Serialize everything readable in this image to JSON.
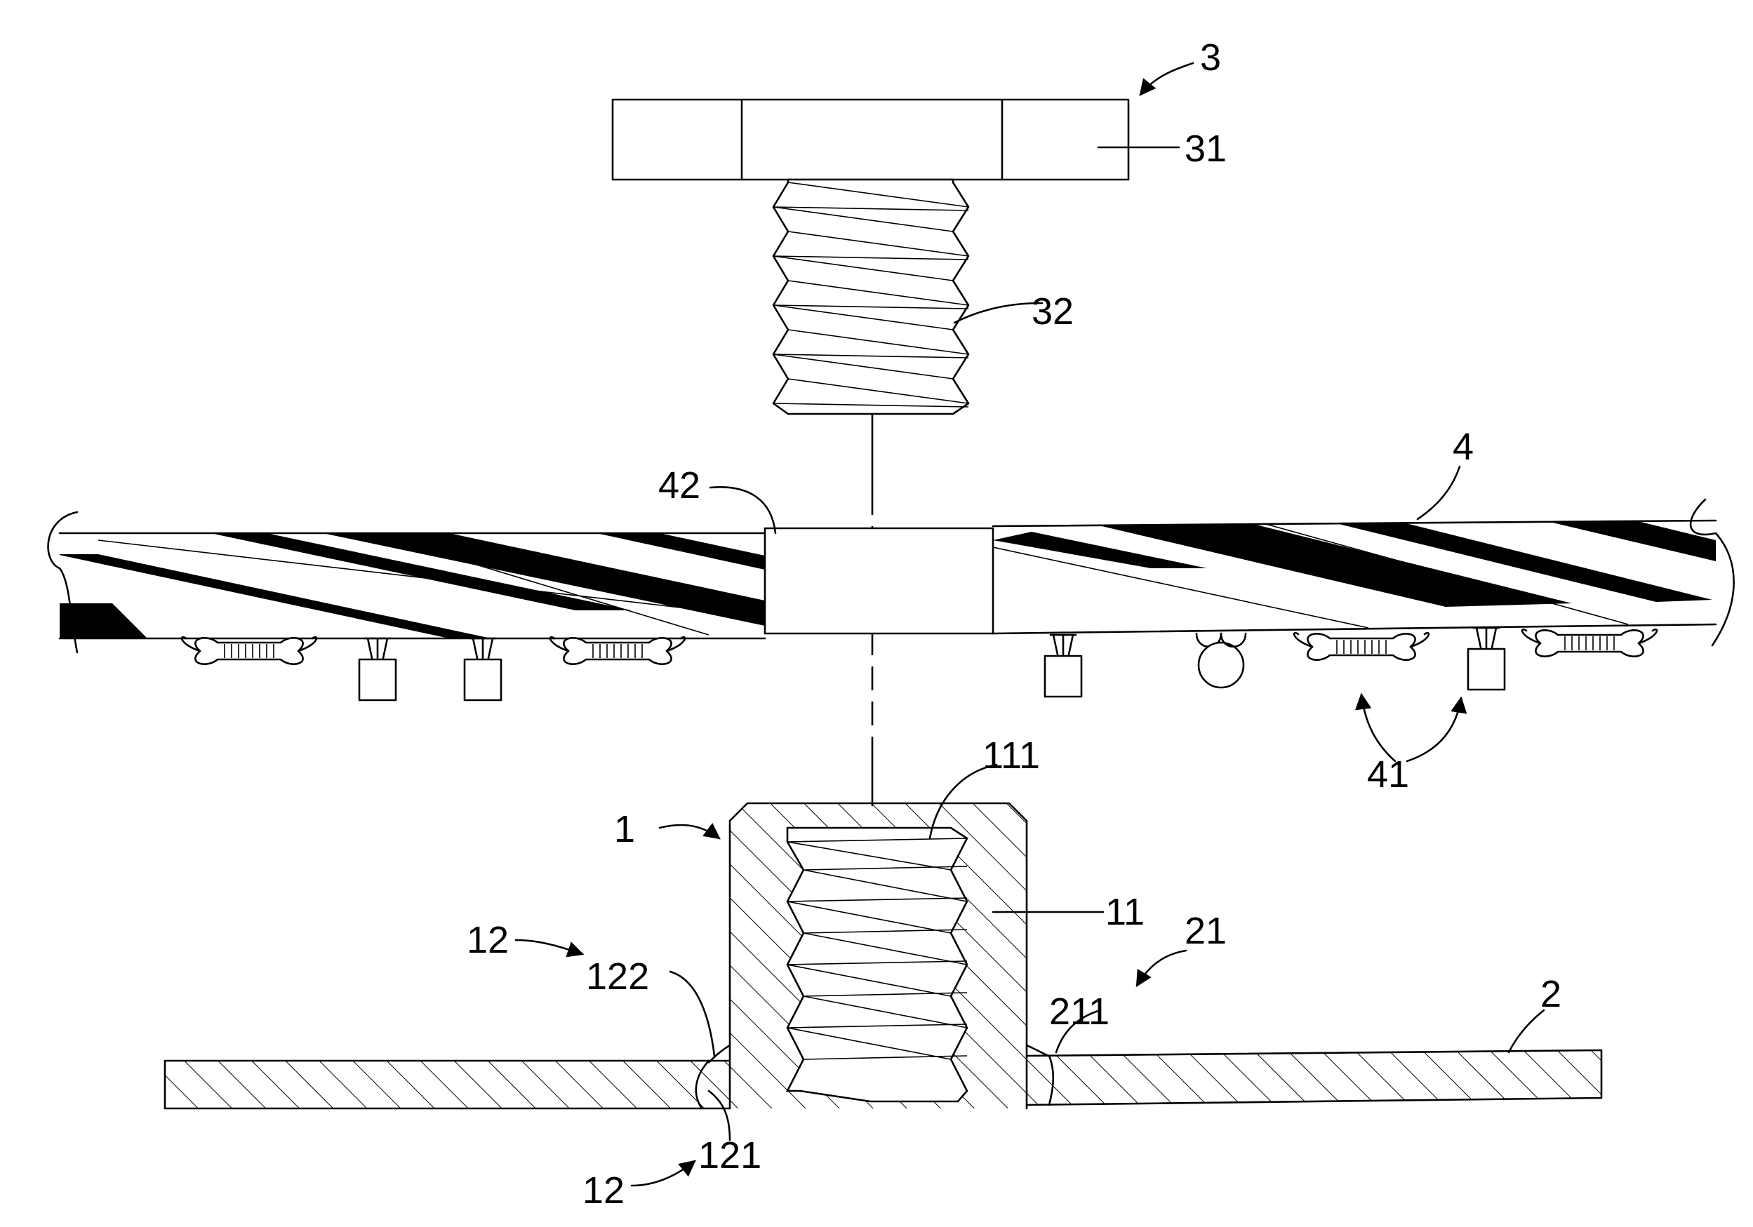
{
  "labels": {
    "screw": "3",
    "screw_head": "31",
    "screw_thread": "32",
    "board": "4",
    "board_hole": "42",
    "components": "41",
    "standoff": "1",
    "standoff_thread": "111",
    "standoff_body": "11",
    "joint_a": "12",
    "joint_a_upper": "122",
    "joint_a_lower": "121",
    "joint_b": "12",
    "weld": "21",
    "weld_fillet": "211",
    "base_plate": "2"
  }
}
